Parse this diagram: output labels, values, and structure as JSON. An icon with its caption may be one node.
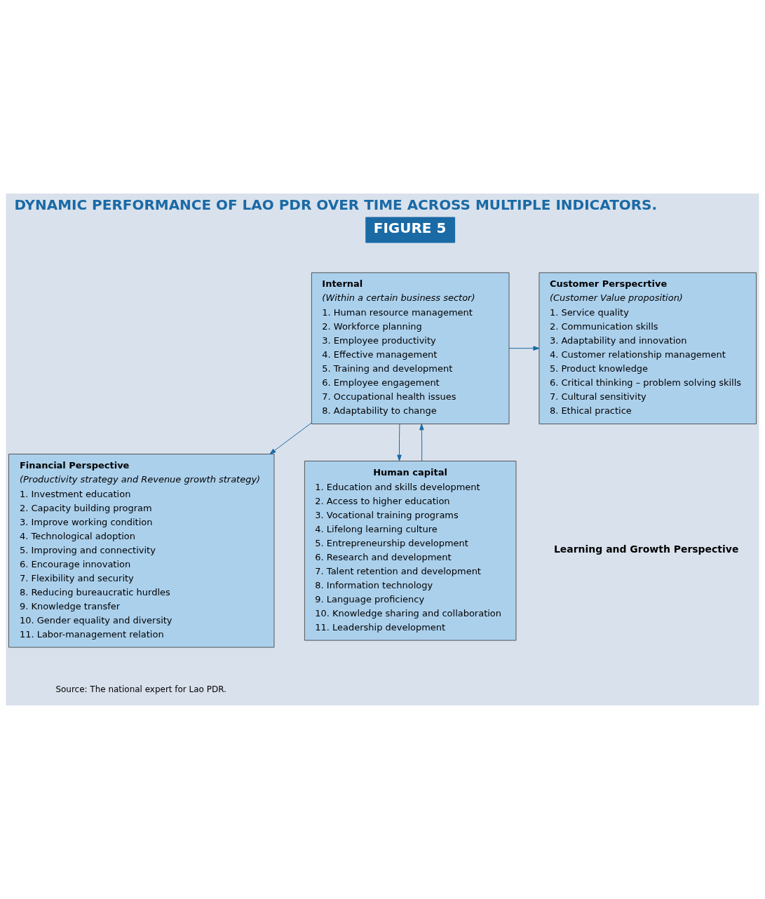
{
  "diagram": {
    "title": "DYNAMIC PERFORMANCE OF LAO PDR OVER TIME ACROSS MULTIPLE INDICATORS.",
    "caption": "Source: The national expert for Lao PDR.",
    "nodes": [
      {
        "text": [
          "Financial Perspective",
          "(Productivity strategy and Revenue growth strategy)",
          "1. Investment education",
          "2. Capacity building program",
          "3. Improve working condition",
          "4. Technological adoption",
          "5. Improving and connectivity",
          "6. Encourage innovation",
          "7. Flexibility and security",
          "8. Reducing bureaucratic hurdles",
          "9. Knowledge transfer",
          "10. Gender equality and diversity",
          "11. Labor-management relation"
        ]
      },
      {
        "text": [
          "Internal",
          "(Within a certain business sector)",
          "1. Human resource management",
          "2. Workforce planning",
          "3. Employee productivity",
          "4. Effective management",
          "5. Training and development",
          "6. Employee engagement",
          "7. Occupational health issues",
          "8. Adaptability to change"
        ]
      },
      {
        "text": [
          "Customer Perspecrtive",
          "(Customer Value proposition)",
          "1. Service quality",
          "2. Communication skills",
          "3. Adaptability and innovation",
          "4. Customer relationship management",
          "5. Product knowledge",
          "6. Critical thinking – problem solving skills",
          "7. Cultural sensitivity",
          "8. Ethical practice"
        ]
      },
      {
        "text": [
          "Human capital",
          "1. Education and skills development",
          "2. Access to higher education",
          "3. Vocational training programs",
          "4. Lifelong learning culture",
          "5. Entrepreneurship development",
          "6. Research and development",
          "7. Talent retention and development",
          "8. Information technology",
          "9. Language proficiency",
          "10. Knowledge sharing and collaboration",
          "11. Leadership development"
        ]
      }
    ],
    "edges": [
      {
        "from": 1,
        "to": 0,
        "arrow": "to"
      },
      {
        "from": 1,
        "to": 2,
        "arrow": "to"
      },
      {
        "from": 1,
        "to": 3,
        "arrow": "to"
      },
      {
        "from": 3,
        "to": 1,
        "arrow": "to"
      }
    ],
    "labels": [
      "FIGURE 5",
      "Learning and Growth Perspective"
    ]
  }
}
